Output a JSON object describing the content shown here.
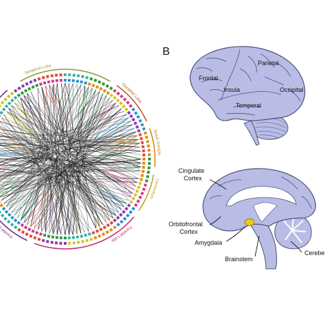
{
  "panel_b_label": "B",
  "circle": {
    "lobes": [
      {
        "name": "Temporal Lobe",
        "color": "#8a9a2a"
      },
      {
        "name": "Occipital Lobe",
        "color": "#c05a2a"
      },
      {
        "name": "Basal Ganglia",
        "color": "#d08a1a"
      },
      {
        "name": "Cerebellum",
        "color": "#c0a020"
      },
      {
        "name": "Parietal Lobe",
        "color": "#c03070"
      },
      {
        "name": "Frontal Lobe",
        "color": "#7a2a8a"
      }
    ],
    "node_colors": [
      "#2e9a3a",
      "#d23a8a",
      "#2a8fd0",
      "#e08a1a",
      "#c8c820",
      "#8a3ab0",
      "#e04a3a",
      "#3ab0a0"
    ],
    "edge_color": "#111111"
  },
  "brain_lateral": {
    "fill": "#b9bde6",
    "stroke": "#4a4f7a",
    "labels": {
      "frontal": "Frontal",
      "parietal": "Parietal",
      "insula": "Insula",
      "occipital": "Occipital",
      "temporal": "Temporal"
    }
  },
  "brain_medial": {
    "fill": "#b9bde6",
    "stroke": "#4a4f7a",
    "amygdala_color": "#f0c814",
    "labels": {
      "cingulate_line1": "Cingulate",
      "cingulate_line2": "Cortex",
      "orbitofrontal_line1": "Orbitofrontal",
      "orbitofrontal_line2": "Cortex",
      "amygdala": "Amygdala",
      "brainstem": "Brainstem",
      "cerebellum": "Cerebe"
    }
  }
}
